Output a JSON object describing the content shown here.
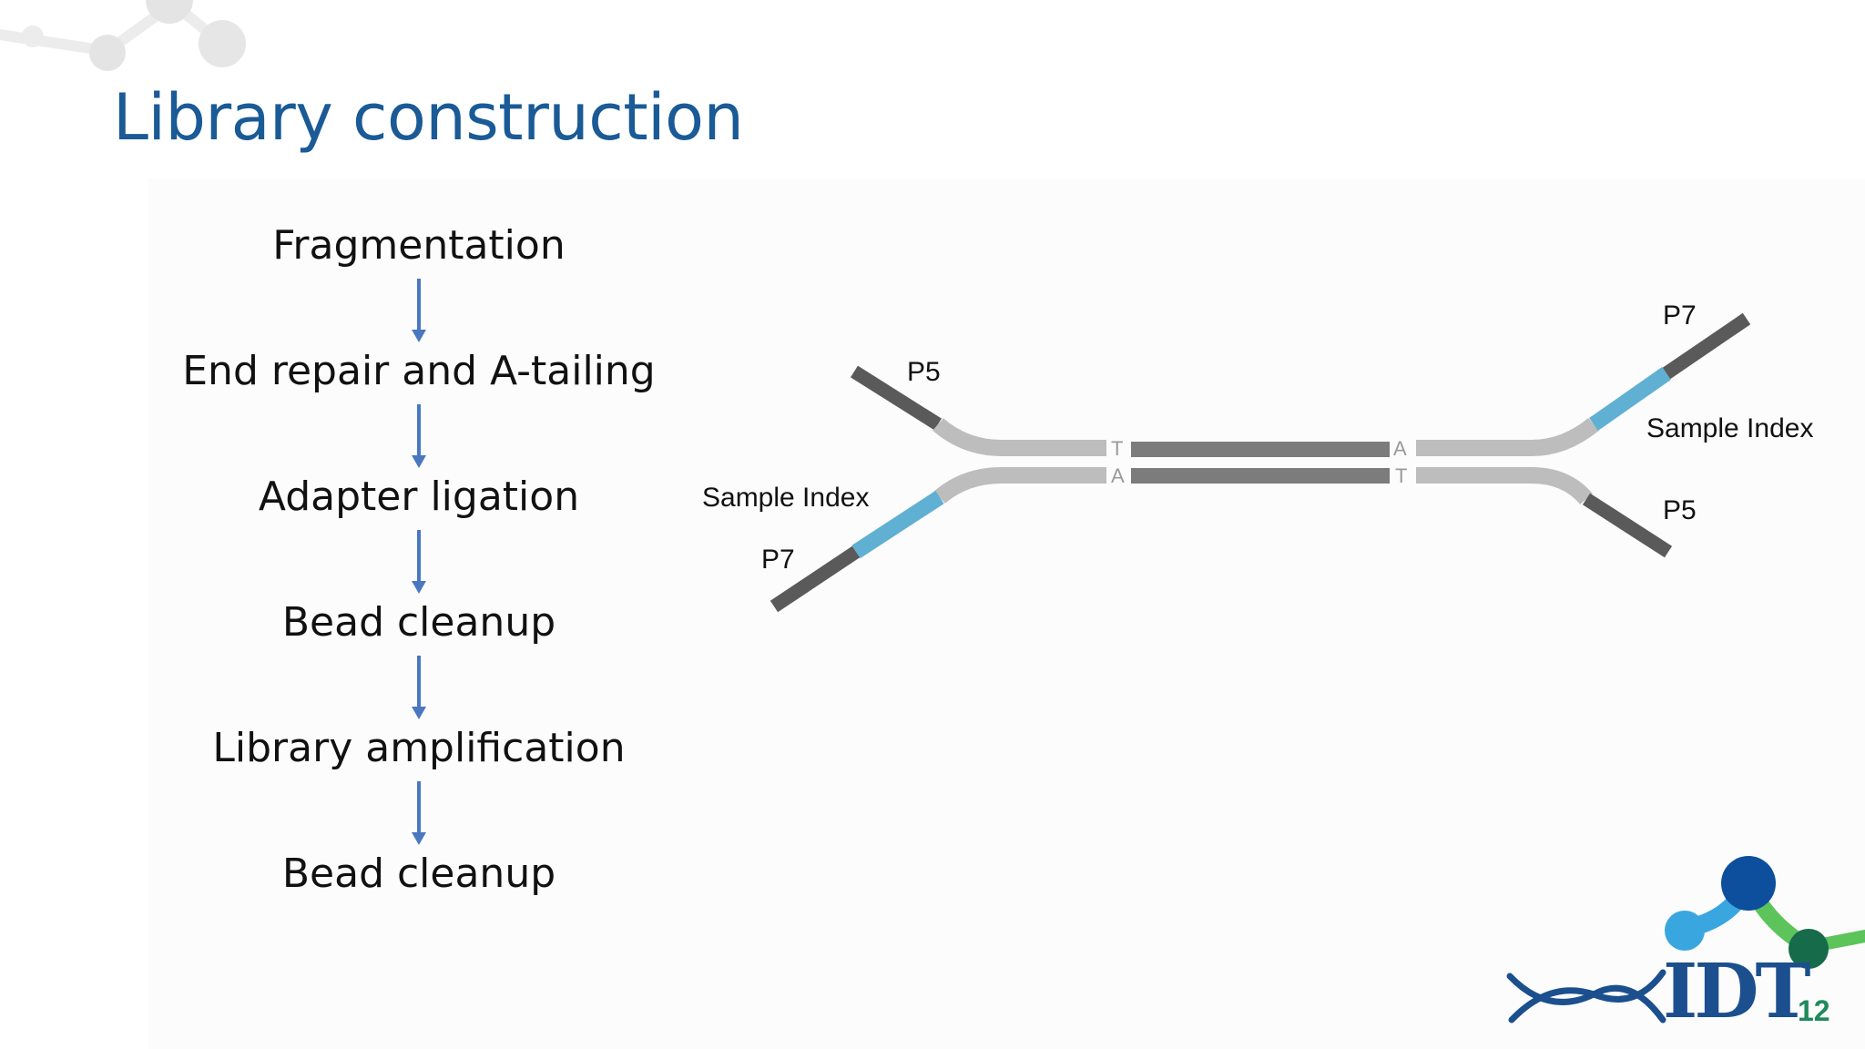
{
  "slide": {
    "title": "Library construction",
    "page_number": "12"
  },
  "workflow": {
    "steps": [
      "Fragmentation",
      "End repair and A-tailing",
      "Adapter ligation",
      "Bead cleanup",
      "Library amplification",
      "Bead cleanup"
    ],
    "arrow_color": "#4a78c0"
  },
  "adapter_diagram": {
    "left_top_label": "P5",
    "left_index_label": "Sample Index",
    "left_bottom_label": "P7",
    "right_top_label": "P7",
    "right_index_label": "Sample Index",
    "right_bottom_label": "P5",
    "left_overhang_top": "T",
    "left_overhang_bottom": "A",
    "right_overhang_top": "A",
    "right_overhang_bottom": "T",
    "colors": {
      "adapter": "#5a5a5a",
      "index": "#5fb0d2",
      "insert": "#7c7c7c",
      "arm": "#bdbdbd"
    }
  },
  "logo": {
    "text": "IDT",
    "registered": "®",
    "colors": {
      "navy": "#1b4f8e",
      "blue": "#3aa6df",
      "dark_blue": "#0d4f9c",
      "green": "#5cc45a",
      "dark_green": "#166b4b"
    }
  }
}
